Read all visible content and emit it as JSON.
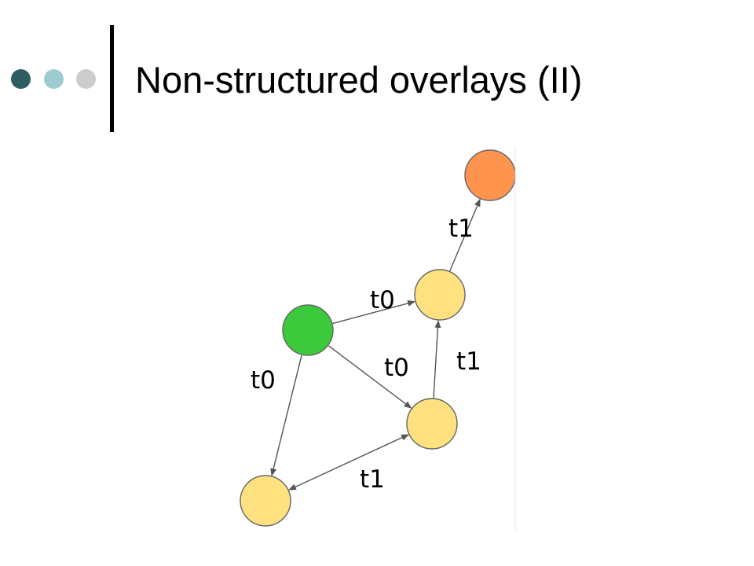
{
  "slide": {
    "title": "Non-structured overlays (II)"
  },
  "bullet_dots": [
    {
      "color": "#2e5e62"
    },
    {
      "color": "#9ecbcf"
    },
    {
      "color": "#cccccc"
    }
  ],
  "graph": {
    "nodes": [
      {
        "id": "source",
        "color": "#3cc93c"
      },
      {
        "id": "top",
        "color": "#ff944f"
      },
      {
        "id": "upper-right",
        "color": "#ffe17f"
      },
      {
        "id": "lower-right",
        "color": "#ffe17f"
      },
      {
        "id": "bottom-left",
        "color": "#ffe17f"
      }
    ],
    "edges": [
      {
        "from": "source",
        "to": "upper-right",
        "label": "t0"
      },
      {
        "from": "source",
        "to": "lower-right",
        "label": "t0"
      },
      {
        "from": "source",
        "to": "bottom-left",
        "label": "t0"
      },
      {
        "from": "lower-right",
        "to": "upper-right",
        "label": "t1"
      },
      {
        "from": "upper-right",
        "to": "top",
        "label": "t1"
      },
      {
        "from": "lower-right",
        "to": "bottom-left",
        "label": "t1"
      }
    ],
    "edge_color": "#555555",
    "node_stroke": "#666666"
  }
}
